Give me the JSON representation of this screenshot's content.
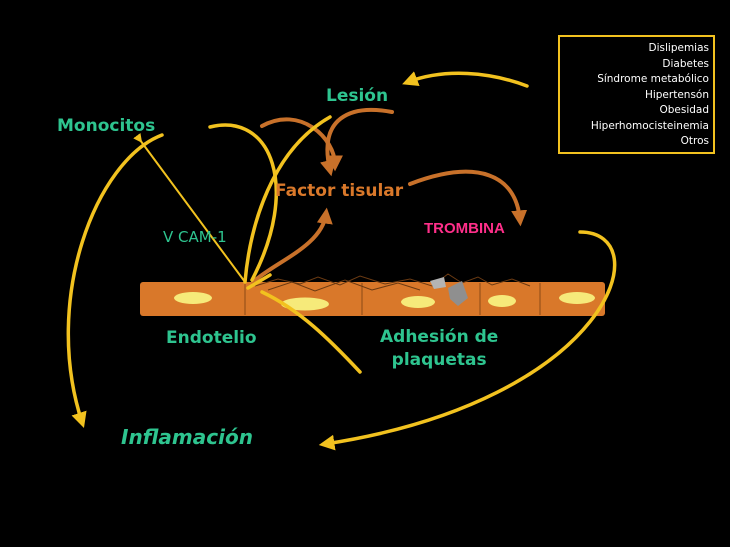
{
  "labels": {
    "lesion": "Lesión",
    "monocitos": "Monocitos",
    "factor_tisular": "Factor tisular",
    "trombina": "TROMBINA",
    "vcam": "V CAM-1",
    "endotelio": "Endotelio",
    "adhesion_line1": "Adhesión de",
    "adhesion_line2": "plaquetas",
    "inflamacion": "Inflamación"
  },
  "risk_factors": [
    "Dislipemias",
    "Diabetes",
    "Síndrome metabólico",
    "Hipertensón",
    "Obesidad",
    "Hiperhomocisteinemia",
    "Otros"
  ],
  "colors": {
    "background": "#000000",
    "arrow_yellow": "#f2c21f",
    "arrow_orange": "#c8712a",
    "text_green": "#2ec48f",
    "text_orange": "#d9782a",
    "text_pink": "#ff2f8a",
    "endothelium": "#d9782a",
    "nucleus": "#f6ea7a"
  }
}
